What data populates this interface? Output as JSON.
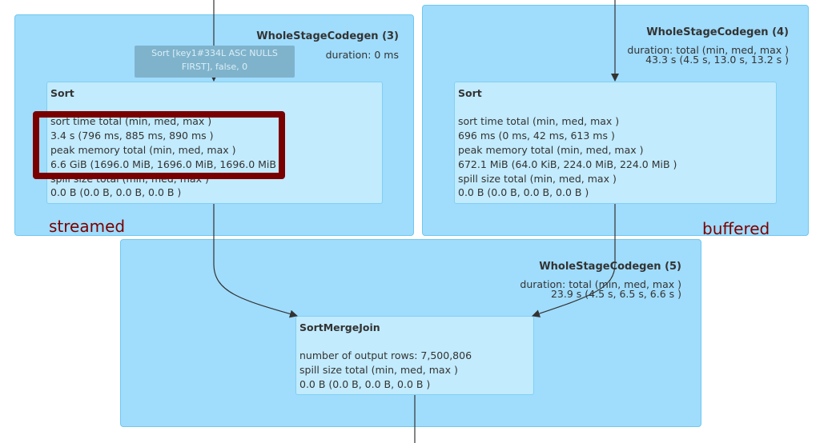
{
  "clusters": {
    "c3": {
      "title": "WholeStageCodegen (3)",
      "duration": "duration: 0 ms"
    },
    "c4": {
      "title": "WholeStageCodegen (4)",
      "duration_line1": "duration: total (min, med, max )",
      "duration_line2": "43.3 s (4.5 s, 13.0 s, 13.2 s )"
    },
    "c5": {
      "title": "WholeStageCodegen (5)",
      "duration_line1": "duration: total (min, med, max )",
      "duration_line2": "23.9 s (4.5 s, 6.5 s, 6.6 s )"
    }
  },
  "tooltip": {
    "line1": "Sort [key1#334L ASC NULLS",
    "line2": "FIRST], false, 0"
  },
  "nodes": {
    "sort_left": {
      "title": "Sort",
      "metrics": [
        "sort time total (min, med, max )",
        "3.4 s (796 ms, 885 ms, 890 ms )",
        "peak memory total (min, med, max )",
        "6.6 GiB (1696.0 MiB, 1696.0 MiB, 1696.0 MiB )",
        "spill size total (min, med, max )",
        "0.0 B (0.0 B, 0.0 B, 0.0 B )"
      ]
    },
    "sort_right": {
      "title": "Sort",
      "metrics": [
        "sort time total (min, med, max )",
        "696 ms (0 ms, 42 ms, 613 ms )",
        "peak memory total (min, med, max )",
        "672.1 MiB (64.0 KiB, 224.0 MiB, 224.0 MiB )",
        "spill size total (min, med, max )",
        "0.0 B (0.0 B, 0.0 B, 0.0 B )"
      ]
    },
    "smj": {
      "title": "SortMergeJoin",
      "metrics": [
        "number of output rows: 7,500,806",
        "spill size total (min, med, max )",
        "0.0 B (0.0 B, 0.0 B, 0.0 B )"
      ]
    }
  },
  "annotations": {
    "streamed": "streamed",
    "buffered": "buffered"
  },
  "colors": {
    "cluster": "#a0dcfc",
    "node": "#c2ebfd",
    "highlight": "#7a0000",
    "edge": "#333333"
  }
}
